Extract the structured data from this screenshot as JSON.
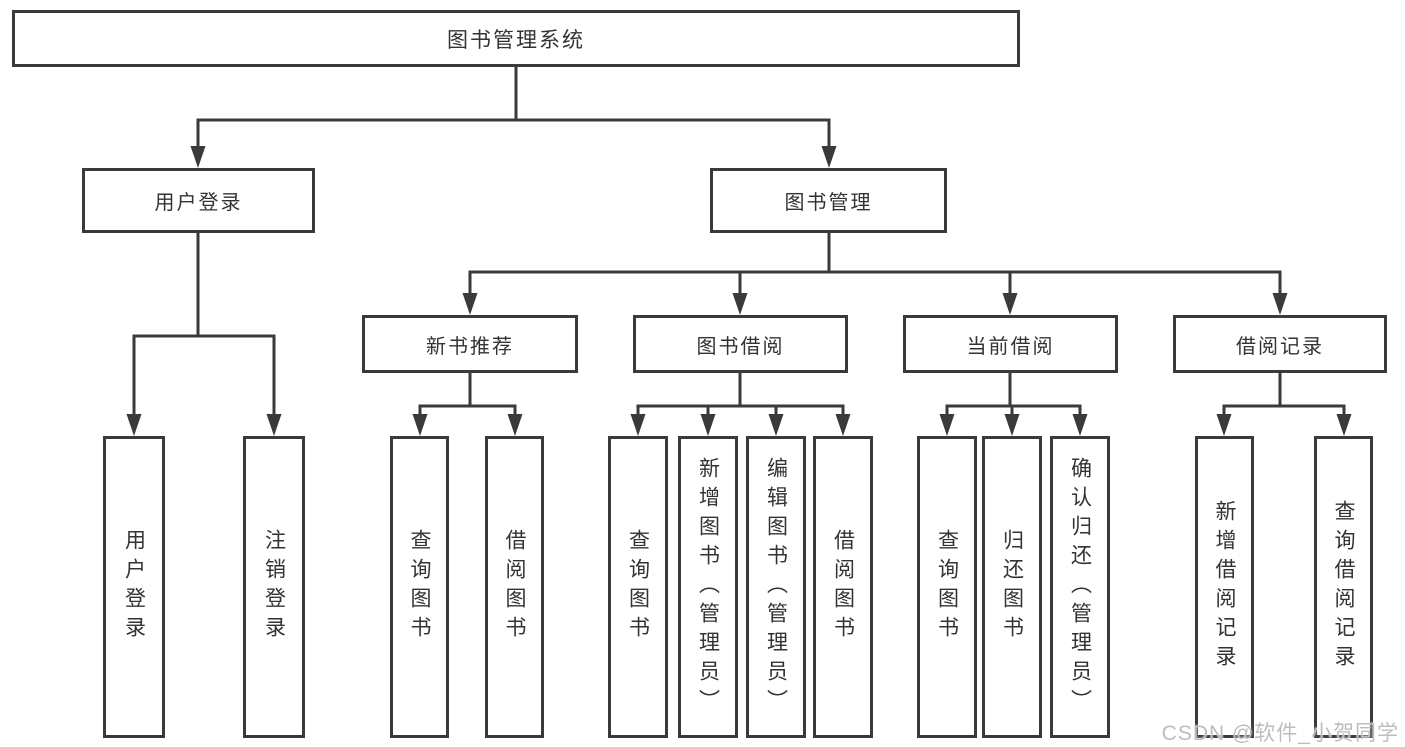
{
  "diagram": {
    "type": "hierarchy",
    "tree": {
      "label": "图书管理系统",
      "children": [
        {
          "label": "用户登录",
          "children": [
            {
              "label": "用户登录"
            },
            {
              "label": "注销登录"
            }
          ]
        },
        {
          "label": "图书管理",
          "children": [
            {
              "label": "新书推荐",
              "children": [
                {
                  "label": "查询图书"
                },
                {
                  "label": "借阅图书"
                }
              ]
            },
            {
              "label": "图书借阅",
              "children": [
                {
                  "label": "查询图书"
                },
                {
                  "label": "新增图书（管理员）"
                },
                {
                  "label": "编辑图书（管理员）"
                },
                {
                  "label": "借阅图书"
                }
              ]
            },
            {
              "label": "当前借阅",
              "children": [
                {
                  "label": "查询图书"
                },
                {
                  "label": "归还图书"
                },
                {
                  "label": "确认归还（管理员）"
                }
              ]
            },
            {
              "label": "借阅记录",
              "children": [
                {
                  "label": "新增借阅记录"
                },
                {
                  "label": "查询借阅记录"
                }
              ]
            }
          ]
        }
      ]
    },
    "colors": {
      "line": "#3a3a3a",
      "text": "#333333",
      "background": "#ffffff",
      "watermark": "#bdbdbd"
    }
  },
  "watermark": {
    "text": "CSDN @软件_小贺同学"
  }
}
